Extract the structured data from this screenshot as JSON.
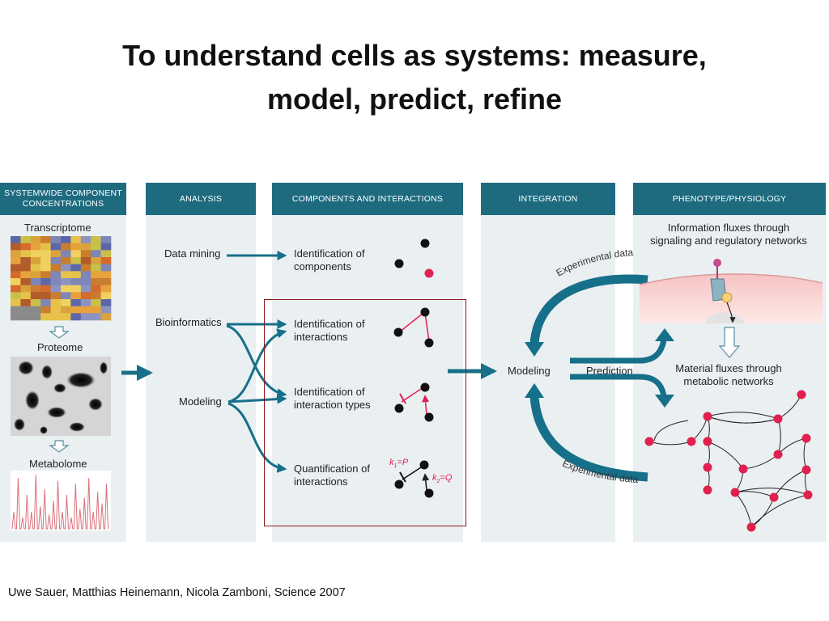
{
  "title_line1": "To understand cells as systems: measure,",
  "title_line2": "model, predict, refine",
  "citation": "Uwe Sauer, Matthias Heinemann, Nicola Zamboni, Science 2007",
  "headers": {
    "systemwide_line1": "SYSTEMWIDE COMPONENT",
    "systemwide_line2": "CONCENTRATIONS",
    "analysis": "ANALYSIS",
    "components": "COMPONENTS AND INTERACTIONS",
    "integration": "INTEGRATION",
    "phenotype": "PHENOTYPE/PHYSIOLOGY"
  },
  "omics": {
    "transcriptome": "Transcriptome",
    "proteome": "Proteome",
    "metabolome": "Metabolome"
  },
  "analysis": {
    "data_mining": "Data mining",
    "bioinformatics": "Bioinformatics",
    "modeling": "Modeling"
  },
  "components": {
    "id_components_1": "Identification of",
    "id_components_2": "components",
    "id_interactions_1": "Identification of",
    "id_interactions_2": "interactions",
    "id_types_1": "Identification of",
    "id_types_2": "interaction types",
    "quant_1": "Quantification of",
    "quant_2": "interactions",
    "k_p": "k",
    "k_p_sub": "1",
    "k_p_eq": "=P",
    "k_q": "k",
    "k_q_sub": "2",
    "k_q_eq": "=Q"
  },
  "integration": {
    "modeling": "Modeling",
    "prediction": "Prediction",
    "experimental_top": "Experimental data",
    "experimental_bottom": "Experimental data"
  },
  "phenotype": {
    "info_1": "Information fluxes through",
    "info_2": "signaling and regulatory networks",
    "material_1": "Material fluxes through",
    "material_2": "metabolic networks"
  },
  "colors": {
    "header_teal": "#1e6b80",
    "arrow_teal": "#16708a",
    "panel_bg": "#eaeff2",
    "node_red": "#e0204e",
    "highlight_border": "#8b1a1a"
  }
}
